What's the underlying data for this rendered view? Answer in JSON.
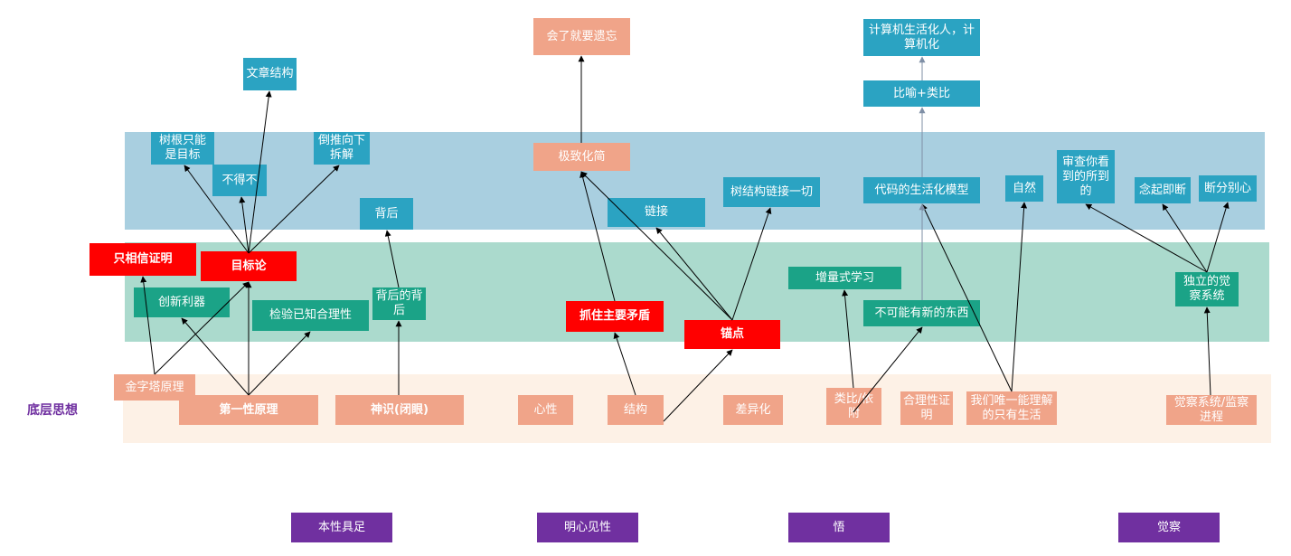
{
  "side_label": "底层思想",
  "nodes": {
    "n_forget": "会了就要遗忘",
    "n_article": "文章结构",
    "n_computer": "计算机生活化人，计算机化",
    "n_metaphor": "比喻+类比",
    "n_treeroot": "树根只能是目标",
    "n_reverse": "倒推向下拆解",
    "n_must": "不得不",
    "n_behind": "背后",
    "n_simplify": "极致化简",
    "n_link": "链接",
    "n_treestruct": "树结构链接一切",
    "n_codemodel": "代码的生活化模型",
    "n_nature": "自然",
    "n_review": "审查你看到的所到的",
    "n_stopthought": "念起即断",
    "n_cutdiff": "断分别心",
    "n_onlybelieve": "只相信证明",
    "n_goal": "目标论",
    "n_innovate": "创新利器",
    "n_verify": "检验已知合理性",
    "n_behindbehind": "背后的背后",
    "n_contradiction": "抓住主要矛盾",
    "n_anchor": "锚点",
    "n_incremental": "增量式学习",
    "n_nonew": "不可能有新的东西",
    "n_independent": "独立的觉察系统",
    "n_pyramid": "金字塔原理",
    "n_firstprinciple": "第一性原理",
    "n_consciousness": "神识(闭眼)",
    "n_mind": "心性",
    "n_structure": "结构",
    "n_differentiate": "差异化",
    "n_analogy": "类比/依附",
    "n_reasonable": "合理性证明",
    "n_onlylife": "我们唯一能理解的只有生活",
    "n_monitor": "觉察系统/监察进程"
  },
  "categories": [
    "本性具足",
    "明心见性",
    "悟",
    "觉察"
  ],
  "colors": {
    "band_blue": "#a9cfe0",
    "band_green": "#abdacd",
    "band_salmon": "#fdf1e6",
    "node_blue": "#2ba3c2",
    "node_green": "#1ba387",
    "node_salmon": "#f0a489",
    "node_red": "#ff0000",
    "node_purple": "#7030a0",
    "label_purple": "#7030a0"
  }
}
